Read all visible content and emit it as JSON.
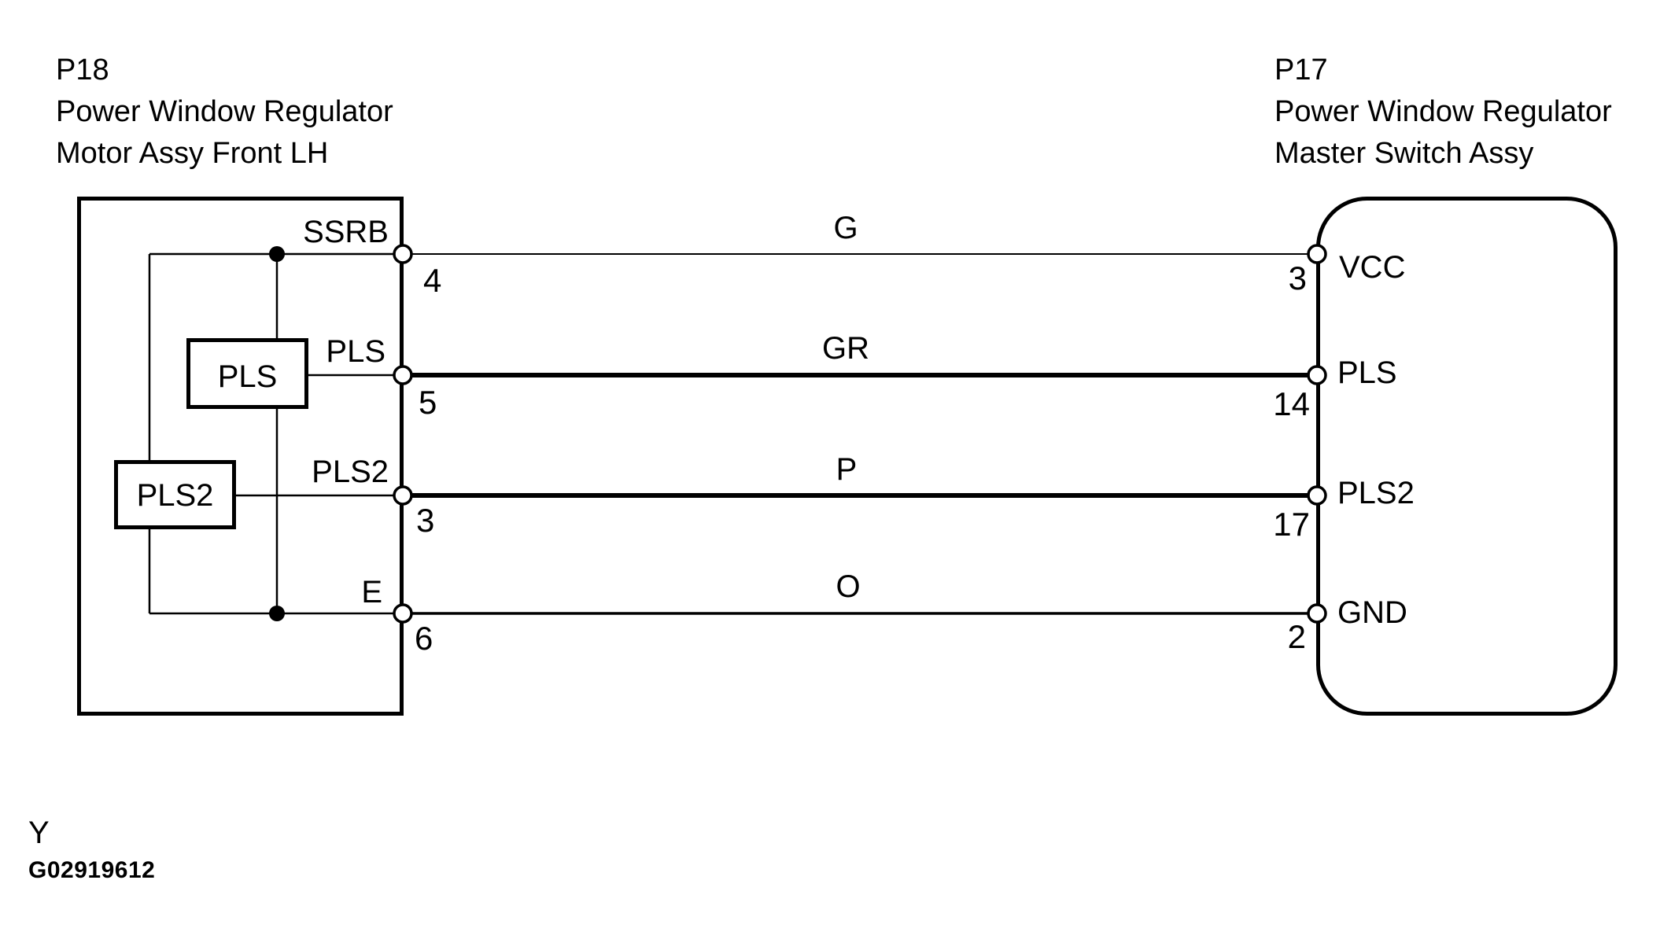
{
  "page": {
    "background": "#ffffff",
    "ink": "#000000"
  },
  "left_connector": {
    "code": "P18",
    "title_line1": "Power Window Regulator",
    "title_line2": "Motor Assy Front LH",
    "pins": [
      {
        "name": "SSRB",
        "number": "4"
      },
      {
        "name": "PLS",
        "number": "5"
      },
      {
        "name": "PLS2",
        "number": "3"
      },
      {
        "name": "E",
        "number": "6"
      }
    ],
    "internal_components": [
      {
        "label": "PLS"
      },
      {
        "label": "PLS2"
      }
    ]
  },
  "right_connector": {
    "code": "P17",
    "title_line1": "Power Window Regulator",
    "title_line2": "Master Switch Assy",
    "pins": [
      {
        "name": "VCC",
        "number": "3"
      },
      {
        "name": "PLS",
        "number": "14"
      },
      {
        "name": "PLS2",
        "number": "17"
      },
      {
        "name": "GND",
        "number": "2"
      }
    ]
  },
  "wires": [
    {
      "label": "G",
      "from_connector": "P18",
      "from_pin": "4",
      "to_connector": "P17",
      "to_pin": "3"
    },
    {
      "label": "GR",
      "from_connector": "P18",
      "from_pin": "5",
      "to_connector": "P17",
      "to_pin": "14"
    },
    {
      "label": "P",
      "from_connector": "P18",
      "from_pin": "3",
      "to_connector": "P17",
      "to_pin": "17"
    },
    {
      "label": "O",
      "from_connector": "P18",
      "from_pin": "6",
      "to_connector": "P17",
      "to_pin": "2"
    }
  ],
  "footer": {
    "wire_color_note": "Y",
    "figure_code": "G02919612"
  }
}
